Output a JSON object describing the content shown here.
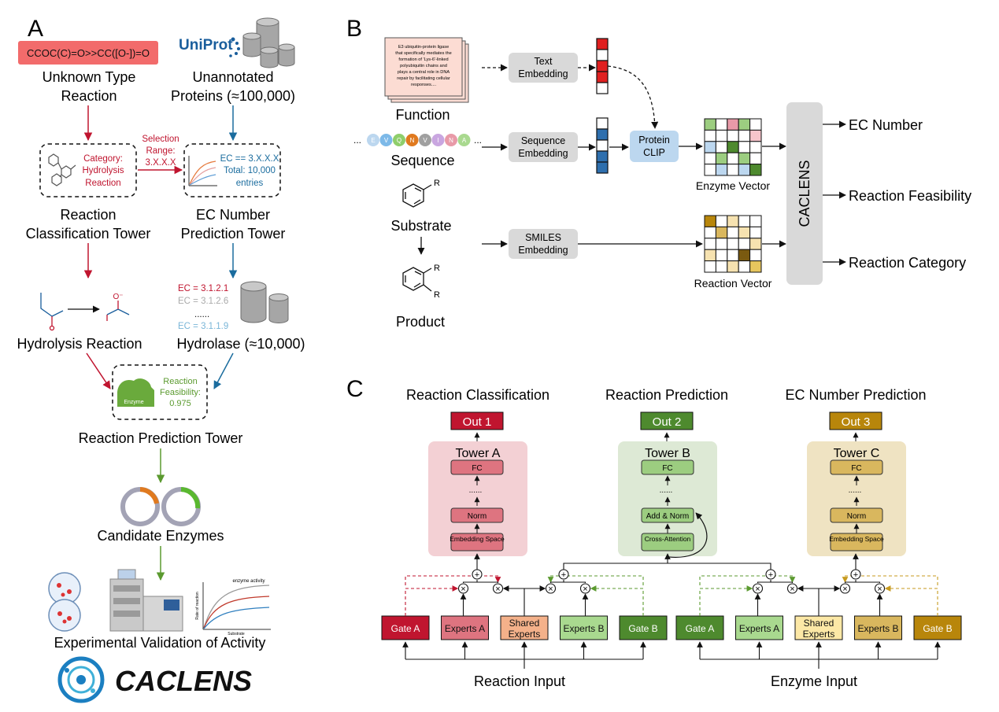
{
  "panel_a": {
    "letter": "A",
    "smiles": "CCOC(C)=O>>CC([O-])=O",
    "uniprot_logo": "UniProt",
    "unknown_reaction": [
      "Unknown Type",
      "Reaction"
    ],
    "unannotated": [
      "Unannotated",
      "Proteins (≈100,000)"
    ],
    "category_box": [
      "Category:",
      "Hydrolysis",
      "Reaction"
    ],
    "selection_range": [
      "Selection",
      "Range:",
      "3.X.X.X"
    ],
    "ec_box": [
      "EC == 3.X.X.X",
      "Total: 10,000",
      "entries"
    ],
    "reaction_tower": [
      "Reaction",
      "Classification Tower"
    ],
    "ec_tower": [
      "EC Number",
      "Prediction Tower"
    ],
    "ec_list": [
      "EC = 3.1.2.1",
      "EC = 3.1.2.6",
      "......",
      "EC = 3.1.1.9"
    ],
    "hydrolysis": "Hydrolysis Reaction",
    "hydrolase": "Hydrolase (≈10,000)",
    "feasibility_box": [
      "Reaction",
      "Feasibility:",
      "0.975"
    ],
    "enzyme_label": "Enzyme",
    "reaction_prediction_tower": "Reaction Prediction Tower",
    "candidate": "Candidate Enzymes",
    "activity_plot": {
      "title": "enzyme activity",
      "ylabel": "Rate of reaction",
      "xlabel": "Substrate"
    },
    "experimental": "Experimental Validation of Activity",
    "caclens_logo": "CACLENS"
  },
  "panel_b": {
    "letter": "B",
    "function_text": [
      "E3 ubiquitin-protein ligase",
      "that specifically mediates the",
      "formation of 'Lys-6'-linked",
      "polyubiquitin chains and",
      "plays a central role in DNA",
      "repair by facilitating cellular",
      "responses...."
    ],
    "function_label": "Function",
    "sequence_letters": [
      "E",
      "V",
      "Q",
      "N",
      "V",
      "I",
      "N",
      "A"
    ],
    "sequence_label": "Sequence",
    "substrate_label": "Substrate",
    "product_label": "Product",
    "r_label": "R",
    "text_embedding": [
      "Text",
      "Embedding"
    ],
    "sequence_embedding": [
      "Sequence",
      "Embedding"
    ],
    "smiles_embedding": [
      "SMILES",
      "Embedding"
    ],
    "protein_clip": [
      "Protein",
      "CLIP"
    ],
    "enzyme_vector": "Enzyme Vector",
    "reaction_vector": "Reaction Vector",
    "caclens": "CACLENS",
    "outputs": [
      "EC Number",
      "Reaction Feasibility",
      "Reaction Category"
    ],
    "ellipsis": "..."
  },
  "panel_c": {
    "letter": "C",
    "titles": [
      "Reaction Classification",
      "Reaction Prediction",
      "EC Number Prediction"
    ],
    "outs": [
      "Out 1",
      "Out 2",
      "Out 3"
    ],
    "towers": [
      {
        "name": "Tower A",
        "blocks": [
          "FC",
          "......",
          "Norm",
          "Embedding Space"
        ]
      },
      {
        "name": "Tower B",
        "blocks": [
          "FC",
          "......",
          "Add & Norm",
          "Cross-Attention"
        ]
      },
      {
        "name": "Tower C",
        "blocks": [
          "FC",
          "......",
          "Norm",
          "Embedding Space"
        ]
      }
    ],
    "left_experts": [
      "Gate A",
      "Experts A",
      "Shared Experts",
      "Experts B",
      "Gate B"
    ],
    "right_experts": [
      "Gate A",
      "Experts A",
      "Shared Experts",
      "Experts B",
      "Gate B"
    ],
    "reaction_input": "Reaction Input",
    "enzyme_input": "Enzyme Input"
  },
  "colors": {
    "red": "#c0152f",
    "blue": "#1a6c9e",
    "green": "#5b9a2f",
    "gold": "#b8860b",
    "grey_box": "#d9d9d9",
    "clip_blue": "#bcd7ef"
  }
}
